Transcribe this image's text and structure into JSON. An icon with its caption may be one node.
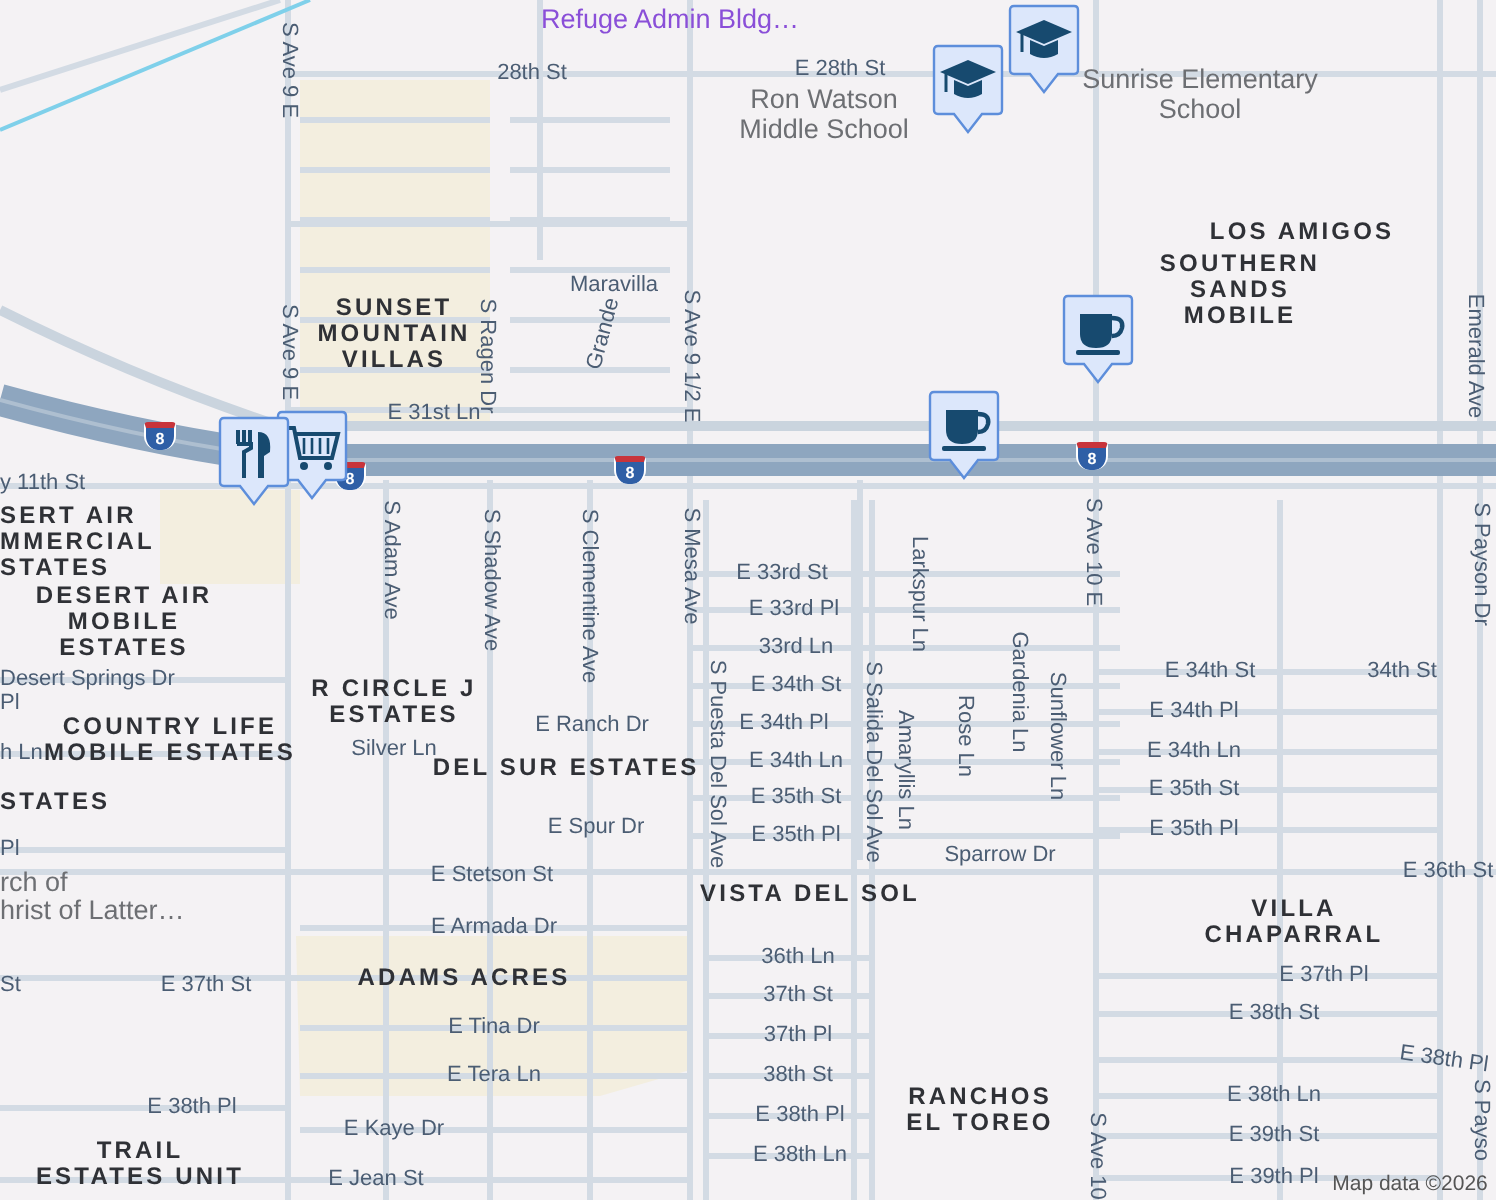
{
  "diagram": {
    "labels": [
      "Refuge Admin Bldg…",
      "28th St",
      "E 28th St",
      "Ron Watson Middle School",
      "Sunrise Elementary School",
      "LOS AMIGOS",
      "SOUTHERN SANDS MOBILE",
      "Emerald Ave",
      "Maravilla",
      "Grande",
      "S Ave 9 1/2 E",
      "S Ave 9 E",
      "SUNSET MOUNTAIN VILLAS",
      "S Ave 9 E",
      "S Ragen Dr",
      "E 31st Ln",
      "y 11th St",
      "SERT AIR MMERCIAL STATES",
      "S Adam Ave",
      "S Shadow Ave",
      "S Clementine Ave",
      "S Mesa Ave",
      "E 33rd St",
      "E 33rd Pl",
      "33rd Ln",
      "E 34th St",
      "E 34th Pl",
      "E 34th Ln",
      "E 35th St",
      "E 35th Pl",
      "S Puesta Del Sol Ave",
      "S Salida Del Sol Ave",
      "Larkspur Ln",
      "Amaryllis Ln",
      "Rose Ln",
      "Gardenia Ln",
      "Sunflower Ln",
      "S Ave 10 E",
      "S Ave 10",
      "S Payson Dr",
      "S Payso",
      "E 34th St",
      "34th St",
      "E 34th Pl",
      "E 34th Ln",
      "E 35th St",
      "E 35th Pl",
      "Sparrow Dr",
      "E 36th St",
      "VILLA CHAPARRAL",
      "E 37th Pl",
      "E 38th St",
      "E 38th Pl",
      "E 38th Ln",
      "E 39th St",
      "E 39th Pl",
      "Map data ©2026",
      "RANCHOS EL TOREO",
      "VISTA DEL SOL",
      "36th Ln",
      "37th St",
      "37th Pl",
      "38th St",
      "E 38th Pl",
      "E 38th Ln",
      "E Ranch Dr",
      "DEL SUR ESTATES",
      "E Spur Dr",
      "E Stetson St",
      "E Armada Dr",
      "ADAMS ACRES",
      "E Tina Dr",
      "E Tera Ln",
      "E Kaye Dr",
      "E Jean St",
      "St",
      "E 37th St",
      "E 38th Pl",
      "TRAIL ESTATES UNIT",
      "rch of",
      "hrist of Latter…",
      "DESERT AIR MOBILE ESTATES",
      "Desert Springs Dr",
      "Pl",
      "COUNTRY LIFE MOBILE ESTATES",
      "h Ln",
      "STATES",
      "Pl",
      "R CIRCLE J ESTATES",
      "Silver Ln",
      "8",
      "8",
      "8",
      "8"
    ]
  }
}
